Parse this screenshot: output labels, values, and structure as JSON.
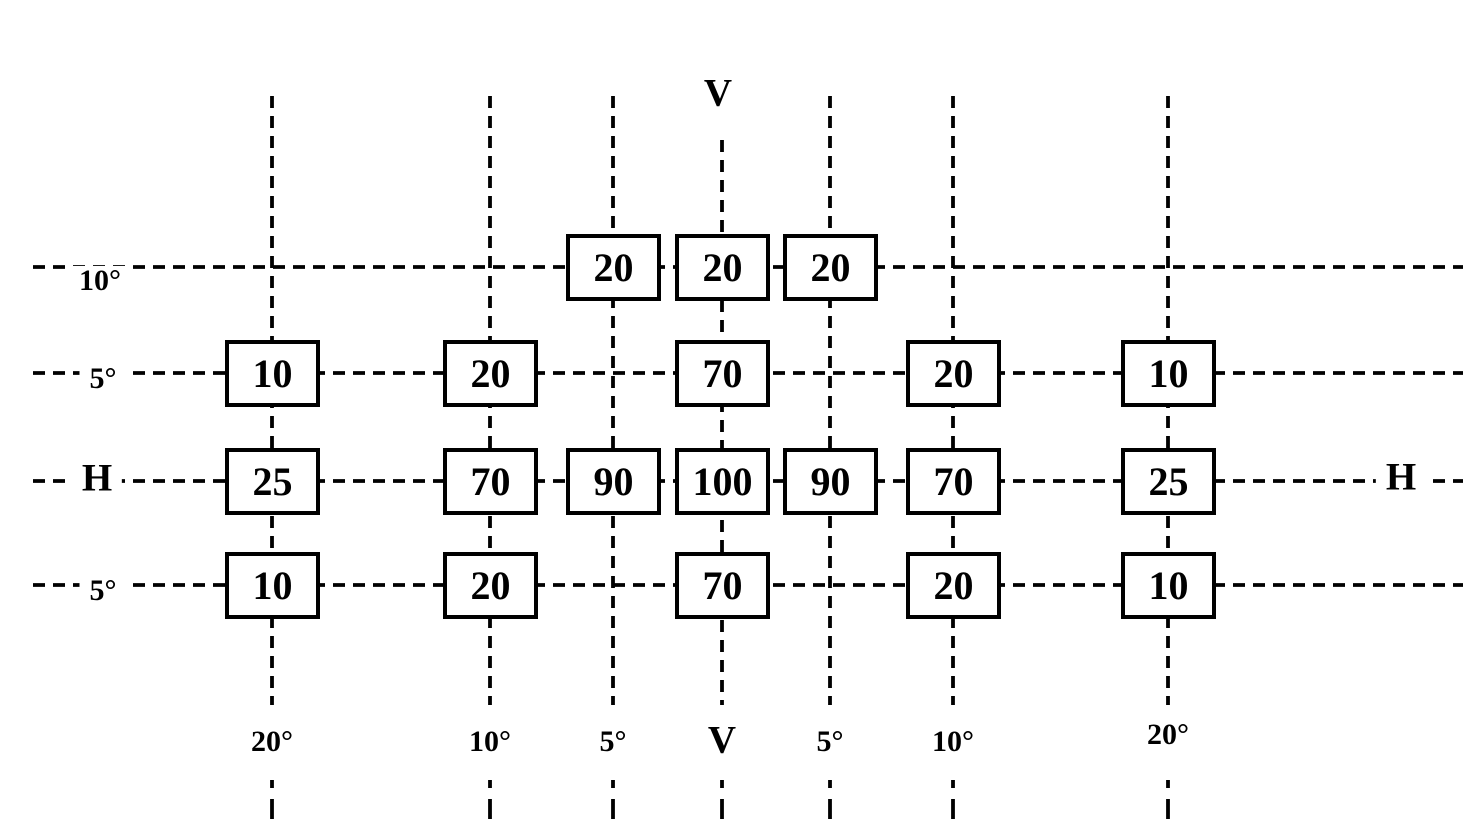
{
  "axis_labels": {
    "top": "V",
    "bottom": "V",
    "left": "H",
    "right": "H"
  },
  "row_labels": [
    "10°",
    "5°",
    "H",
    "5°"
  ],
  "col_labels": [
    "20°",
    "10°",
    "5°",
    "V",
    "5°",
    "10°",
    "20°"
  ],
  "boxes": [
    {
      "row": "10° above H",
      "col": "5° left of V",
      "value": "20"
    },
    {
      "row": "10° above H",
      "col": "V",
      "value": "20"
    },
    {
      "row": "10° above H",
      "col": "5° right of V",
      "value": "20"
    },
    {
      "row": "5° above H",
      "col": "20° left of V",
      "value": "10"
    },
    {
      "row": "5° above H",
      "col": "10° left of V",
      "value": "20"
    },
    {
      "row": "5° above H",
      "col": "V",
      "value": "70"
    },
    {
      "row": "5° above H",
      "col": "10° right of V",
      "value": "20"
    },
    {
      "row": "5° above H",
      "col": "20° right of V",
      "value": "10"
    },
    {
      "row": "H",
      "col": "20° left of V",
      "value": "25"
    },
    {
      "row": "H",
      "col": "10° left of V",
      "value": "70"
    },
    {
      "row": "H",
      "col": "5° left of V",
      "value": "90"
    },
    {
      "row": "H",
      "col": "V",
      "value": "100"
    },
    {
      "row": "H",
      "col": "5° right of V",
      "value": "90"
    },
    {
      "row": "H",
      "col": "10° right of V",
      "value": "70"
    },
    {
      "row": "H",
      "col": "20° right of V",
      "value": "25"
    },
    {
      "row": "5° below H",
      "col": "20° left of V",
      "value": "10"
    },
    {
      "row": "5° below H",
      "col": "10° left of V",
      "value": "20"
    },
    {
      "row": "5° below H",
      "col": "V",
      "value": "70"
    },
    {
      "row": "5° below H",
      "col": "10° right of V",
      "value": "20"
    },
    {
      "row": "5° below H",
      "col": "20° right of V",
      "value": "10"
    }
  ]
}
